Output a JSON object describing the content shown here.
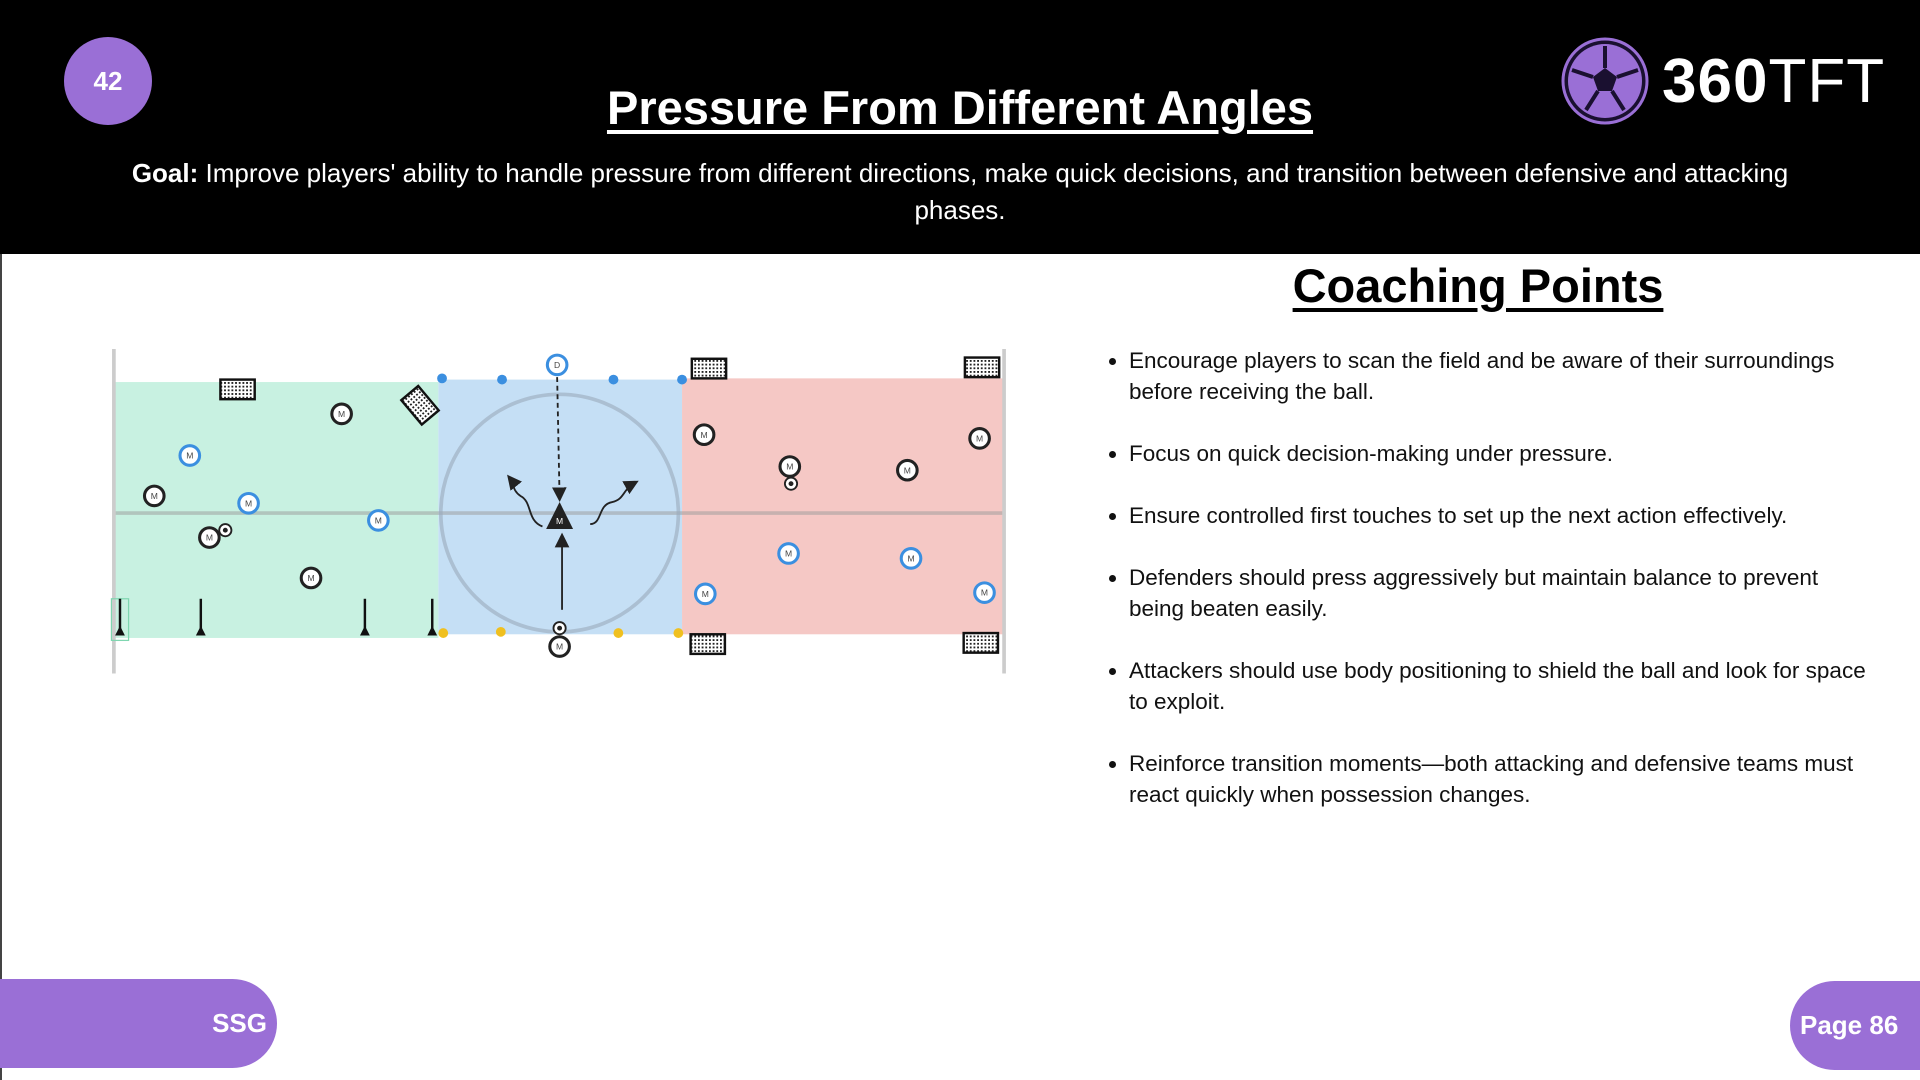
{
  "header": {
    "drill_number": "42",
    "title": "Pressure From Different Angles",
    "logo_bold": "360",
    "logo_light": "TFT",
    "goal_label": "Goal:",
    "goal_text": " Improve players' ability to handle pressure from different directions, make quick decisions, and transition between defensive and attacking phases."
  },
  "diagram": {
    "player_label": "M",
    "defender_label": "D",
    "colors": {
      "green_zone": "#c8f1e1",
      "blue_zone": "#c5dff5",
      "red_zone": "#f5c8c5",
      "blue_player": "#3b8fe0",
      "black_player": "#222222",
      "yellow_marker": "#f0c020"
    }
  },
  "coaching": {
    "title": "Coaching Points",
    "points": [
      "Encourage players to scan the field and be aware of their surroundings before receiving the ball.",
      "Focus on quick decision-making under pressure.",
      "Ensure controlled first touches to set up the next action effectively.",
      "Defenders should press aggressively but maintain balance to prevent being beaten easily.",
      "Attackers should use body positioning to shield the ball and look for space to exploit.",
      "Reinforce transition moments—both attacking and defensive teams must react quickly when possession changes."
    ]
  },
  "footer": {
    "category": "SSG",
    "page": "Page 86"
  }
}
